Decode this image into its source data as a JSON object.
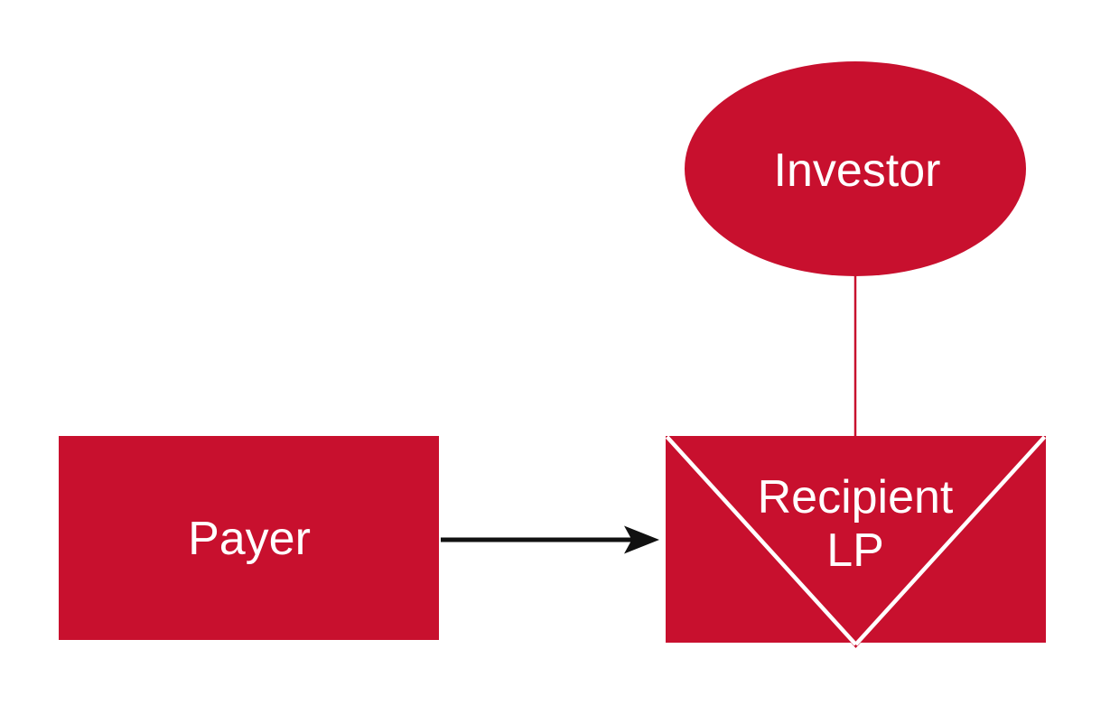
{
  "diagram": {
    "colors": {
      "red": "#C8102E",
      "white": "#FFFFFF",
      "black": "#111111",
      "background": "#FFFFFF"
    },
    "nodes": {
      "investor": {
        "label": "Investor",
        "shape": "ellipse"
      },
      "payer": {
        "label": "Payer",
        "shape": "rectangle"
      },
      "recipient": {
        "label": "Recipient LP",
        "lines": [
          "Recipient",
          "LP"
        ],
        "shape": "limited-partnership-rectangle"
      }
    },
    "connectors": {
      "investor_to_recipient": {
        "type": "straight-line",
        "color": "#C8102E",
        "from": "investor",
        "to": "recipient"
      },
      "payer_to_recipient": {
        "type": "arrow",
        "color": "#111111",
        "from": "payer",
        "to": "recipient"
      }
    }
  }
}
